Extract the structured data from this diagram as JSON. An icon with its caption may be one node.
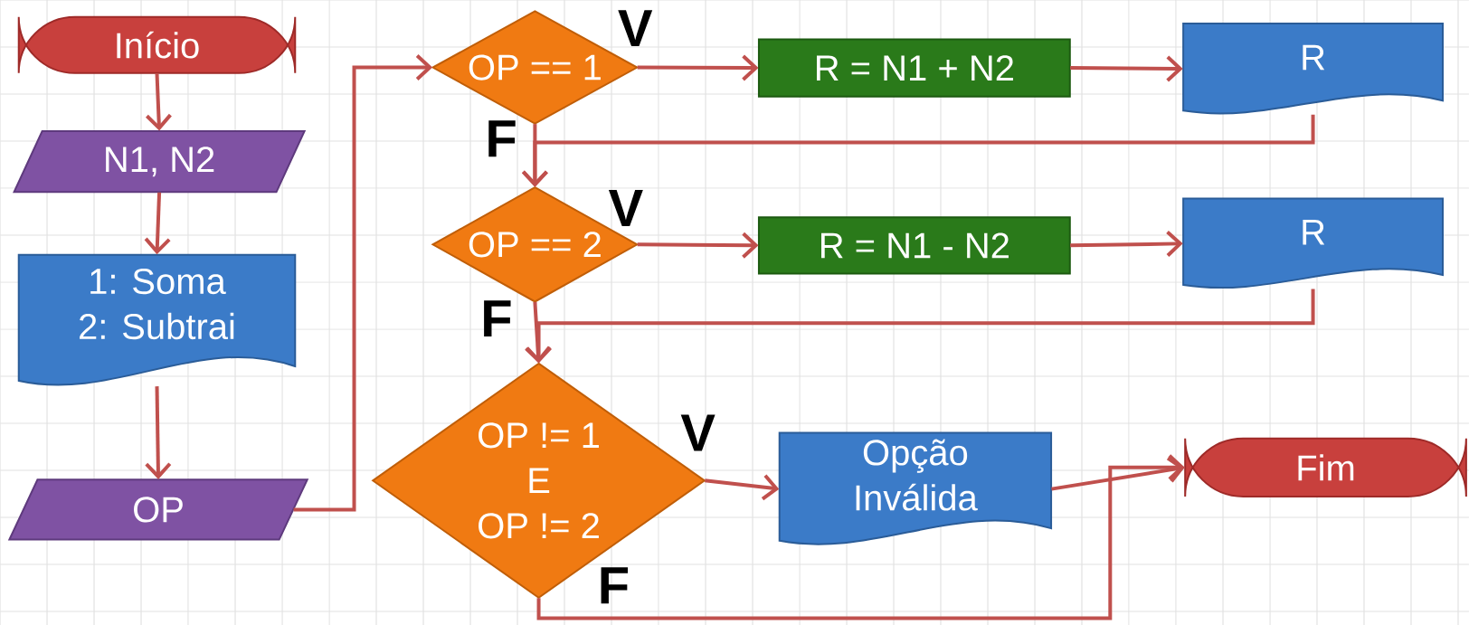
{
  "diagram": {
    "nodes": [
      {
        "text": [
          "Início"
        ]
      },
      {
        "text": [
          "N1, N2"
        ]
      },
      {
        "text": [
          "1: Soma 2: Subtrai"
        ]
      },
      {
        "text": [
          "OP"
        ]
      },
      {
        "text": [
          "OP == 1"
        ]
      },
      {
        "text": [
          "R = N1 + N2"
        ]
      },
      {
        "text": [
          "R"
        ]
      },
      {
        "text": [
          "OP == 2"
        ]
      },
      {
        "text": [
          "R = N1 - N2"
        ]
      },
      {
        "text": [
          "R"
        ]
      },
      {
        "text": [
          "OP != 1",
          "E",
          "OP != 2"
        ]
      },
      {
        "text": [
          "Opção Inválida"
        ]
      },
      {
        "text": [
          "Fim"
        ]
      }
    ],
    "edges": [
      {
        "from": 0,
        "to": 1,
        "arrow": "to"
      },
      {
        "from": 1,
        "to": 2,
        "arrow": "to"
      },
      {
        "from": 2,
        "to": 3,
        "arrow": "to"
      },
      {
        "from": 3,
        "to": 4,
        "arrow": "to"
      },
      {
        "from": 4,
        "to": 5,
        "arrow": "to",
        "label": "V"
      },
      {
        "from": 5,
        "to": 6,
        "arrow": "to"
      },
      {
        "from": 4,
        "to": 7,
        "arrow": "to",
        "label": "F"
      },
      {
        "from": 6,
        "to": 7,
        "arrow": "to"
      },
      {
        "from": 7,
        "to": 8,
        "arrow": "to",
        "label": "V"
      },
      {
        "from": 8,
        "to": 9,
        "arrow": "to"
      },
      {
        "from": 7,
        "to": 10,
        "arrow": "to",
        "label": "F"
      },
      {
        "from": 9,
        "to": 10,
        "arrow": "to"
      },
      {
        "from": 10,
        "to": 11,
        "arrow": "to",
        "label": "V"
      },
      {
        "from": 11,
        "to": 12,
        "arrow": "to"
      },
      {
        "from": 10,
        "to": 12,
        "arrow": "to",
        "label": "F"
      }
    ]
  }
}
